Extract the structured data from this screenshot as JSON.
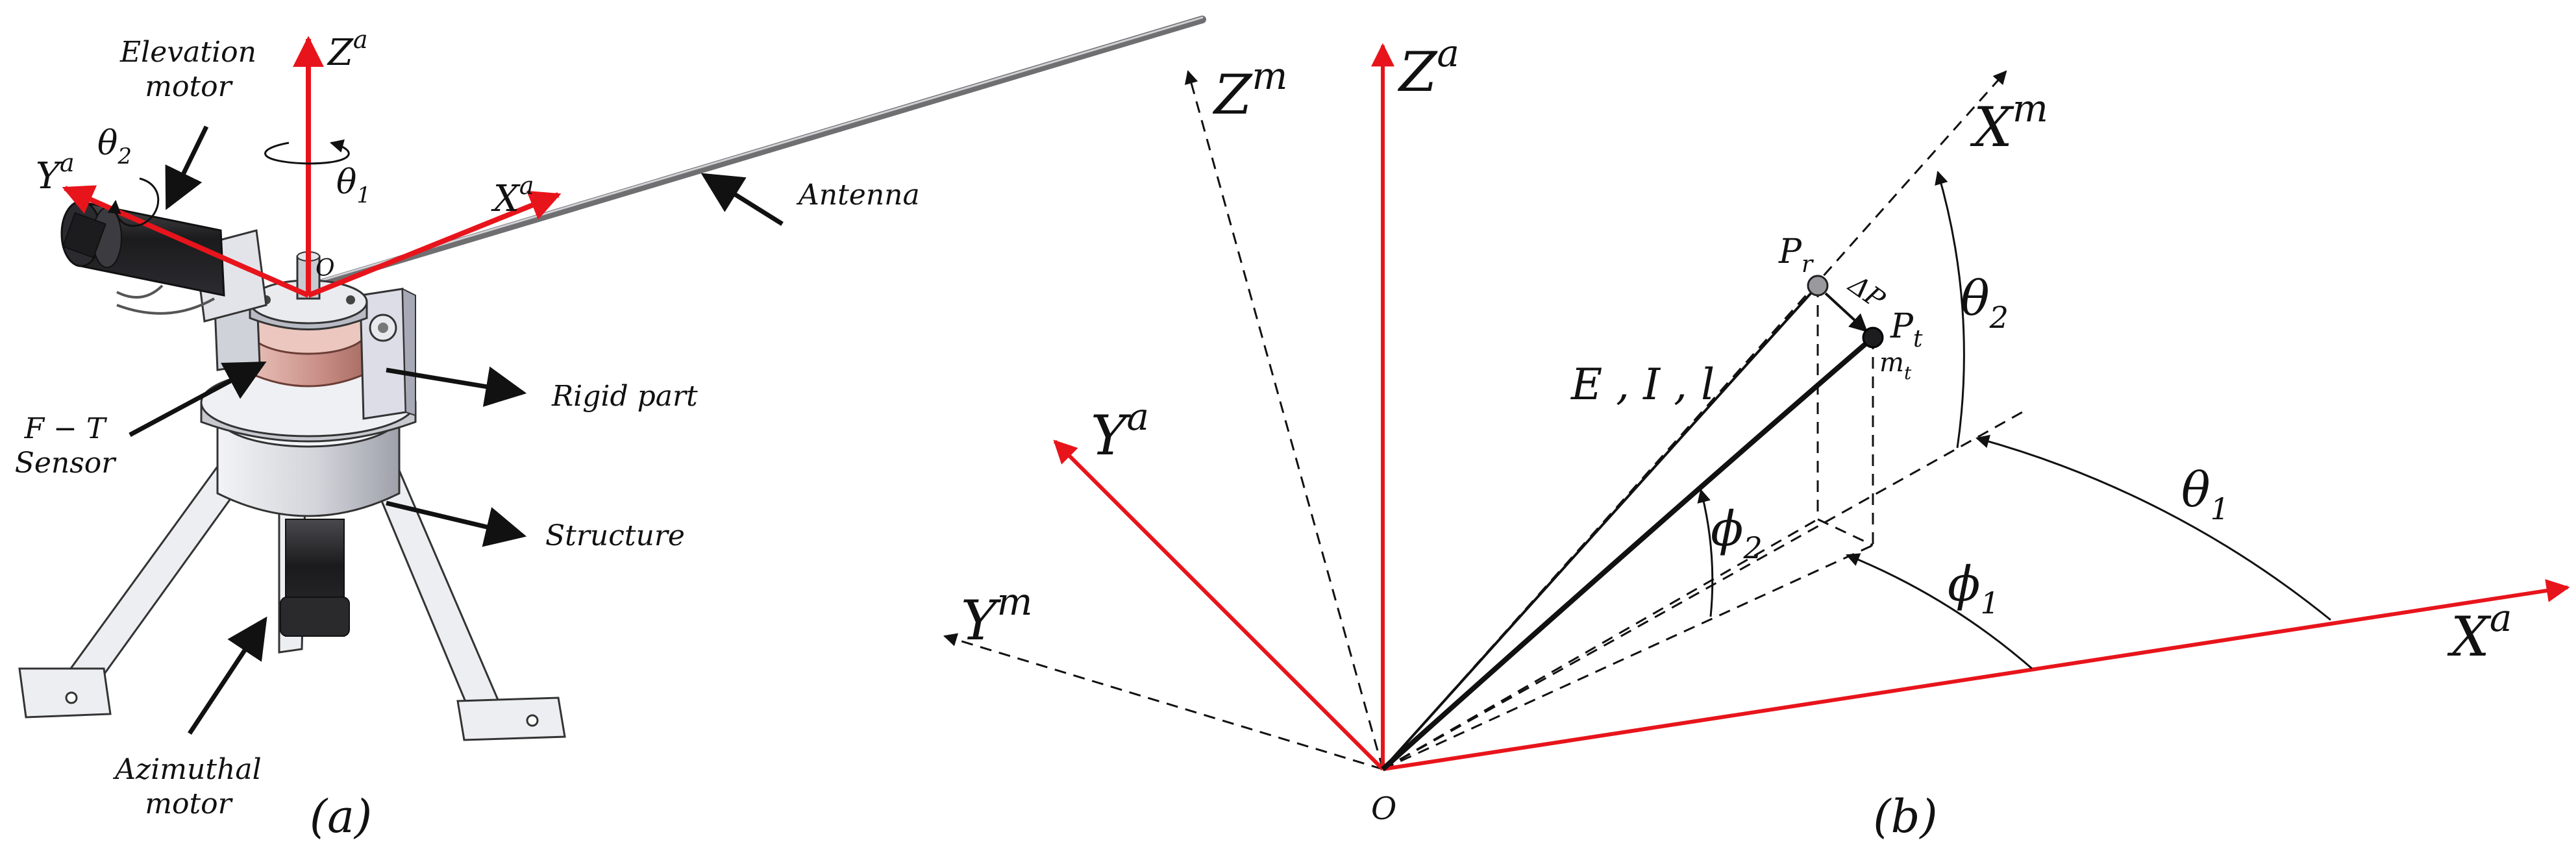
{
  "colors": {
    "axis_red": "#e8141b",
    "line_black": "#111111",
    "metal_light": "#dcdde2",
    "metal_dark": "#9a9ca5",
    "sensor_pink": "#d7a49b",
    "motor_black": "#1e1e20",
    "antenna_gray": "#7d7d80"
  },
  "panel_a": {
    "caption": "(a)",
    "axes": {
      "z": {
        "base": "Z",
        "sup": "a"
      },
      "y": {
        "base": "Y",
        "sup": "a"
      },
      "x": {
        "base": "X",
        "sup": "a"
      }
    },
    "angles": {
      "theta1": {
        "base": "θ",
        "sub": "1"
      },
      "theta2": {
        "base": "θ",
        "sub": "2"
      }
    },
    "origin": "O",
    "annotations": {
      "elevation_line1": "Elevation",
      "elevation_line2": "motor",
      "antenna": "Antenna",
      "rigid_part": "Rigid part",
      "sensor_line1": "F − T",
      "sensor_line2": "Sensor",
      "structure": "Structure",
      "azimuthal_line1": "Azimuthal",
      "azimuthal_line2": "motor"
    }
  },
  "panel_b": {
    "caption": "(b)",
    "origin": "O",
    "axes": {
      "za": {
        "base": "Z",
        "sup": "a"
      },
      "zm": {
        "base": "Z",
        "sup": "m"
      },
      "xm": {
        "base": "X",
        "sup": "m"
      },
      "ya": {
        "base": "Y",
        "sup": "a"
      },
      "ym": {
        "base": "Y",
        "sup": "m"
      },
      "xa": {
        "base": "X",
        "sup": "a"
      }
    },
    "angles": {
      "theta1": {
        "base": "θ",
        "sub": "1"
      },
      "theta2": {
        "base": "θ",
        "sub": "2"
      },
      "phi1": {
        "base": "ϕ",
        "sub": "1"
      },
      "phi2": {
        "base": "ϕ",
        "sub": "2"
      }
    },
    "points": {
      "pr": {
        "base": "P",
        "sub": "r"
      },
      "pt": {
        "base": "P",
        "sub": "t"
      },
      "mt": {
        "base": "m",
        "sub": "t"
      },
      "delta_p": "ΔP"
    },
    "beam_params": "E , I , l"
  }
}
